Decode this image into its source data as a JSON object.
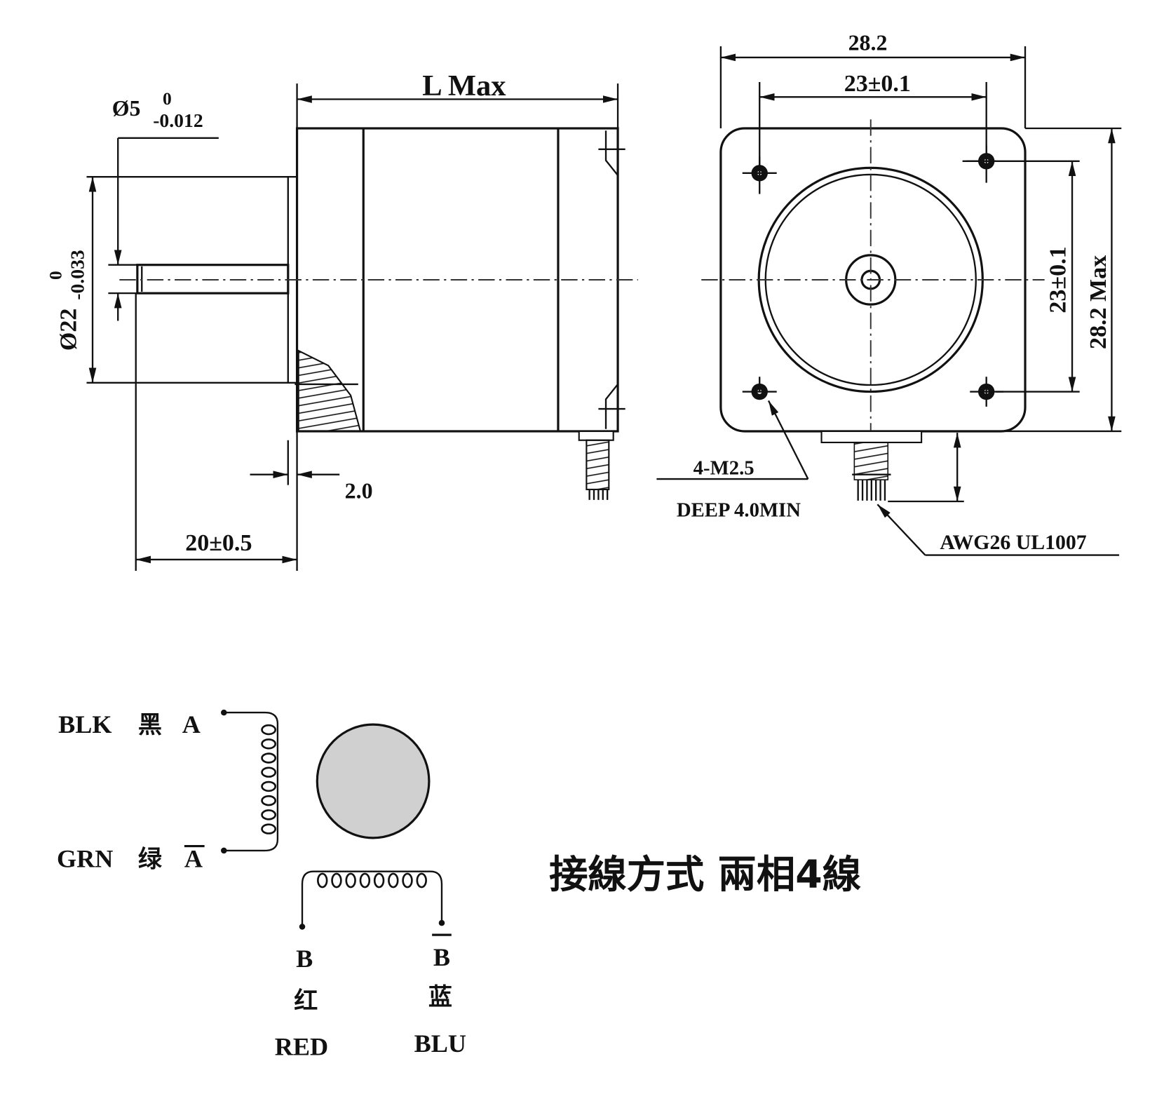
{
  "side_view": {
    "shaft_dia_label": "Ø5",
    "shaft_tol_upper": "0",
    "shaft_tol_lower": "-0.012",
    "pilot_dia_label": "Ø22",
    "pilot_tol_upper": "0",
    "pilot_tol_lower": "-0.033",
    "length_label": "L Max",
    "flange_thickness": "2.0",
    "shaft_length": "20±0.5"
  },
  "front_view": {
    "width": "28.2",
    "hole_spacing_h": "23±0.1",
    "hole_spacing_v": "23±0.1",
    "height": "28.2 Max",
    "hole_spec": "4-M2.5",
    "hole_depth": "DEEP 4.0MIN",
    "wire_spec": "AWG26 UL1007"
  },
  "wiring": {
    "title": "接線方式 兩相4線",
    "a_plus": {
      "color_en": "BLK",
      "color_cn": "黑",
      "phase": "A"
    },
    "a_minus": {
      "color_en": "GRN",
      "color_cn": "绿",
      "phase": "A"
    },
    "b_plus": {
      "color_en": "RED",
      "color_cn": "红",
      "phase": "B"
    },
    "b_minus": {
      "color_en": "BLU",
      "color_cn": "蓝",
      "phase": "B"
    },
    "rotor_color": "#d0d0d0"
  }
}
